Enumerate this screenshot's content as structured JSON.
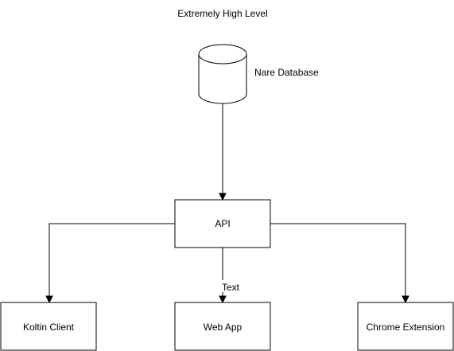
{
  "title": "Extremely High Level",
  "nodes": {
    "database": {
      "label": "Nare Database",
      "shape": "cylinder-icon"
    },
    "api": {
      "label": "API"
    },
    "kotlin_client": {
      "label": "Koltin Client"
    },
    "web_app": {
      "label": "Web App"
    },
    "chrome_extension": {
      "label": "Chrome Extension"
    }
  },
  "edges": [
    {
      "from": "database",
      "to": "api"
    },
    {
      "from": "api",
      "to": "kotlin_client"
    },
    {
      "from": "api",
      "to": "web_app",
      "label": "Text"
    },
    {
      "from": "api",
      "to": "chrome_extension"
    }
  ],
  "colors": {
    "stroke": "#000000",
    "fill": "#ffffff",
    "text": "#000000"
  }
}
